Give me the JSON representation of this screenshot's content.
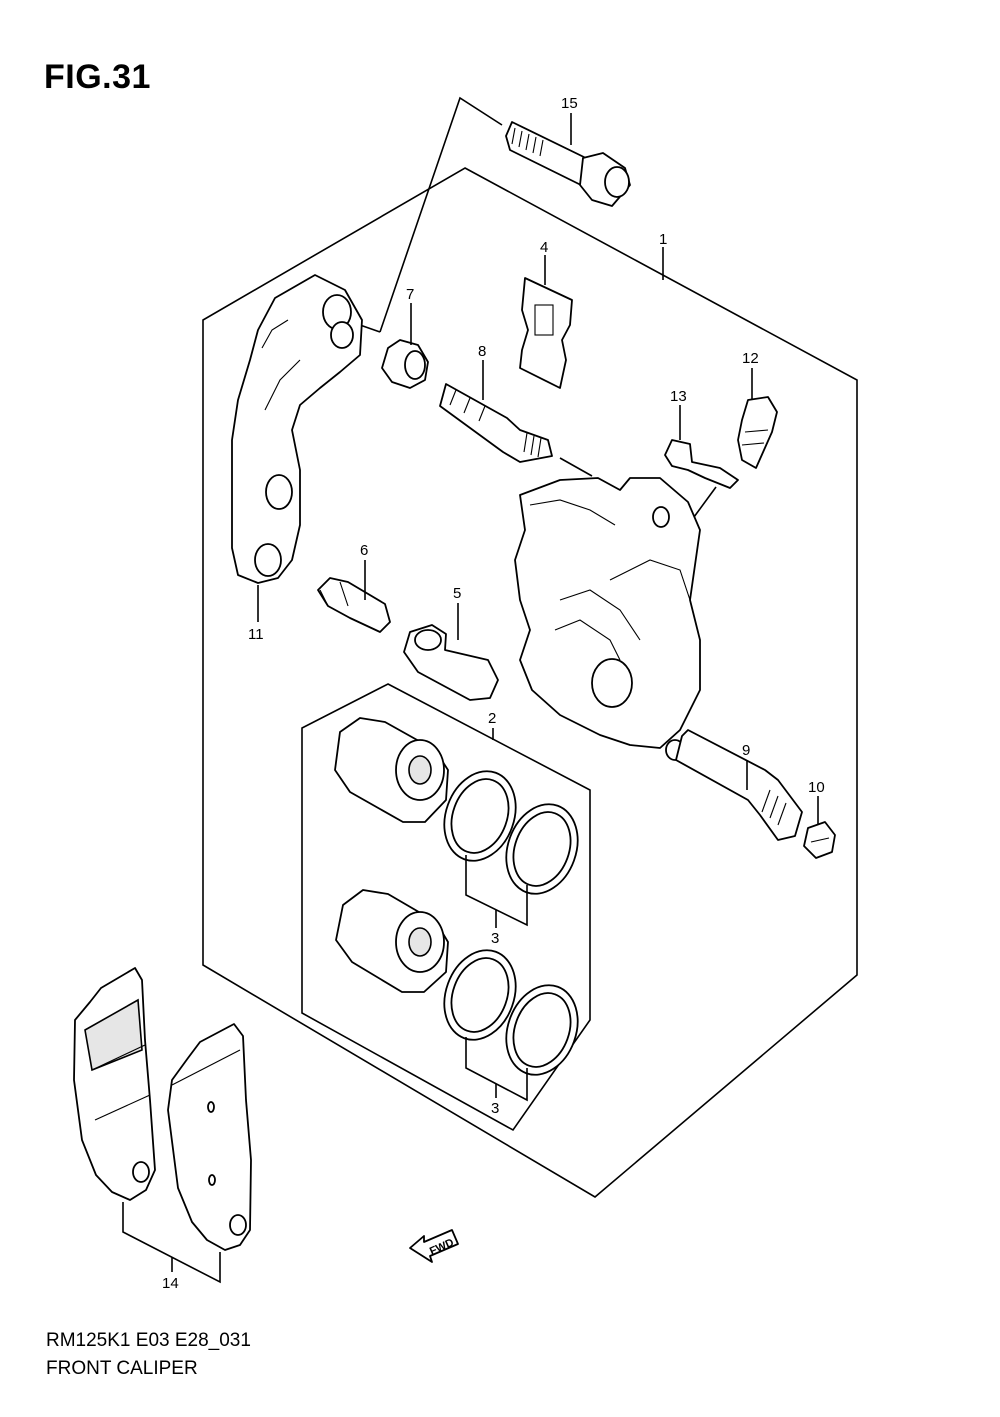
{
  "figure": {
    "title": "FIG.31"
  },
  "callouts": {
    "c1": "1",
    "c2": "2",
    "c3a": "3",
    "c3b": "3",
    "c4": "4",
    "c5": "5",
    "c6": "6",
    "c7": "7",
    "c8": "8",
    "c9": "9",
    "c10": "10",
    "c11": "11",
    "c12": "12",
    "c13": "13",
    "c14": "14",
    "c15": "15"
  },
  "direction_arrow": {
    "label": "FWD"
  },
  "footer": {
    "code": "RM125K1 E03 E28_031",
    "name": "FRONT CALIPER"
  }
}
